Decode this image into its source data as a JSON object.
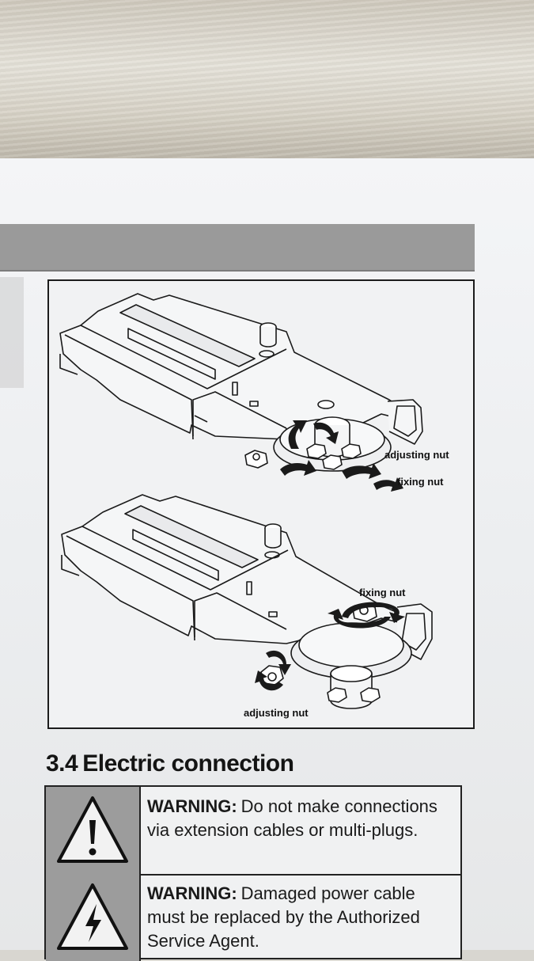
{
  "figure": {
    "callouts": {
      "top_adjusting_nut": "adjusting nut",
      "top_fixing_nut": "fixing nut",
      "bottom_fixing_nut": "fixing nut",
      "bottom_adjusting_nut": "adjusting nut"
    }
  },
  "section": {
    "number": "3.4",
    "title": "Electric connection"
  },
  "warnings": [
    {
      "icon": "exclamation-triangle-icon",
      "label": "WARNING:",
      "text": "Do not make connections via extension cables or multi-plugs."
    },
    {
      "icon": "lightning-triangle-icon",
      "label": "WARNING:",
      "text": "Damaged power cable must be replaced by the Authorized Service Agent."
    }
  ]
}
